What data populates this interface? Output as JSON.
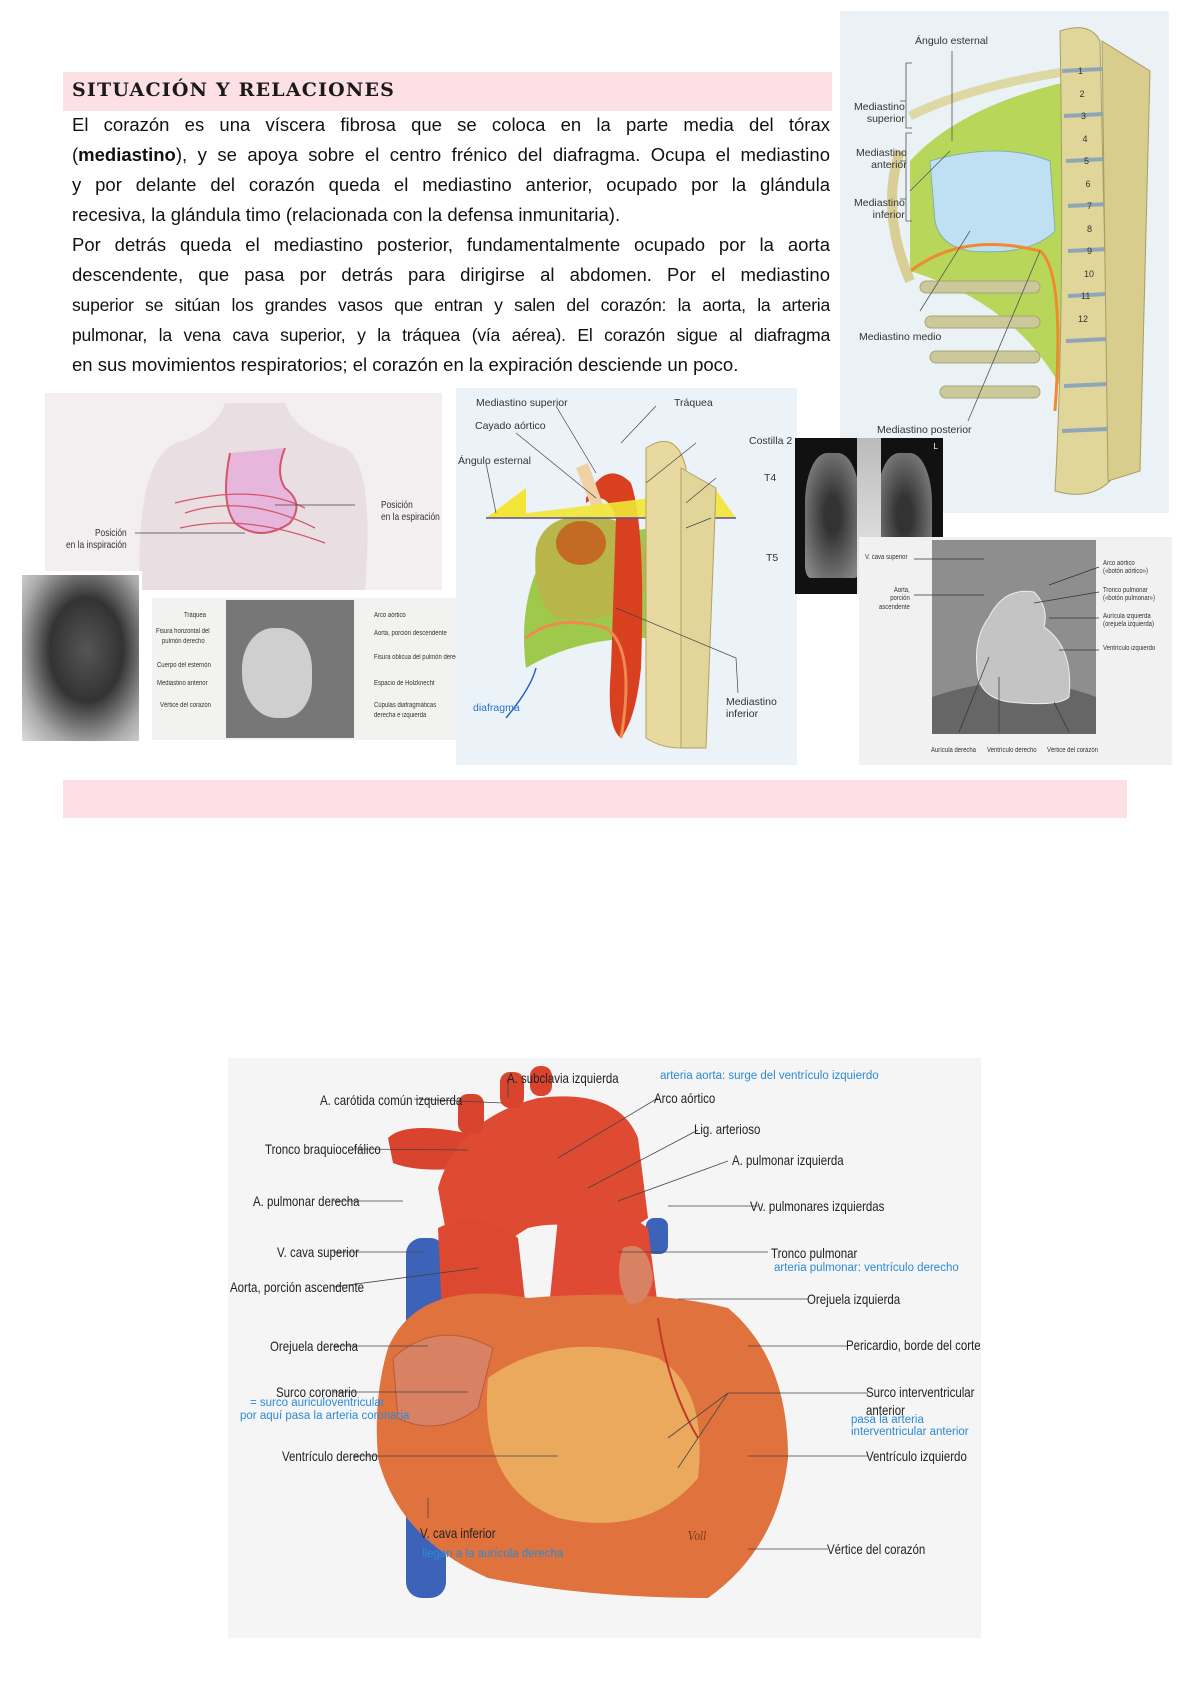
{
  "section": {
    "title": "SITUACIÓN Y RELACIONES",
    "lines": [
      "El corazón es una víscera fibrosa que se coloca en la parte media del tórax",
      {
        "pre": "(",
        "bold": "mediastino",
        "post": "), y se apoya sobre el centro frénico del diafragma. Ocupa el mediastino"
      },
      "y por delante del corazón queda el mediastino anterior, ocupado por la glándula",
      "recesiva, la glándula timo (relacionada con la defensa inmunitaria).",
      "Por detrás queda el mediastino posterior, fundamentalmente ocupado por la aorta",
      "descendente, que pasa por detrás para dirigirse al abdomen. Por el mediastino",
      "superior se sitúan los grandes vasos que entran y salen del corazón: la aorta, la arteria",
      "pulmonar, la vena cava superior, y la tráquea (vía aérea). El corazón sigue al diafragma",
      "en sus movimientos respiratorios; el corazón en la expiración desciende un poco."
    ]
  },
  "fig_mediastino": {
    "angulo": "Ángulo esternal",
    "superior": [
      "Mediastino",
      "superior"
    ],
    "anterior": [
      "Mediastino",
      "anterior"
    ],
    "inferior": [
      "Mediastino",
      "inferior"
    ],
    "medio": "Mediastino medio",
    "posterior": "Mediastino posterior",
    "vertebrae": [
      "1",
      "2",
      "3",
      "4",
      "5",
      "6",
      "7",
      "8",
      "9",
      "10",
      "11",
      "12"
    ]
  },
  "fig_torso": {
    "espiracion": [
      "Posición",
      "en la espiración"
    ],
    "inspiracion": [
      "Posición",
      "en la inspiración"
    ]
  },
  "fig_ct": {
    "left": [
      "Tráquea",
      "Fisura horizontal del",
      "pulmón derecho",
      "Cuerpo del esternón",
      "Mediastino anterior",
      "Vértice del corazón"
    ],
    "right": [
      "Arco aórtico",
      "Aorta, porción descendente",
      "Fisura oblicua del pulmón derecho",
      "Espacio de Holzknecht",
      "Cúpulas diafragmáticas",
      "derecha e izquierda"
    ]
  },
  "fig_lateral": {
    "med_sup": "Mediastino superior",
    "traquea": "Tráquea",
    "cayado": "Cayado aórtico",
    "costilla": "Costilla 2",
    "angulo": "Ángulo esternal",
    "t4": "T4",
    "t5": "T5",
    "diafragma": "diafragma",
    "med_inf": [
      "Mediastino",
      "inferior"
    ]
  },
  "fig_xray": {
    "marker": "L"
  },
  "fig_silhouette": {
    "vcava": "V. cava superior",
    "aorta": [
      "Aorta,",
      "porción",
      "ascendente"
    ],
    "arco": [
      "Arco aórtico",
      "(«botón aórtico»)"
    ],
    "tronco": [
      "Tronco pulmonar",
      "(«botón pulmonar»)"
    ],
    "auricula_izq": [
      "Aurícula izquierda",
      "(orejuela izquierda)"
    ],
    "ventriculo_izq": "Ventrículo izquierdo",
    "auricula_der": "Aurícula derecha",
    "ventriculo_der": "Ventrículo derecho",
    "vertice": "Vértice del corazón"
  },
  "fig_heart": {
    "subclavia": "A. subclavia izquierda",
    "carotida": "A. carótida común izquierda",
    "braquio": "Tronco braquiocefálico",
    "pulm_der": "A. pulmonar derecha",
    "vcava_sup": "V. cava superior",
    "aorta_asc": "Aorta, porción ascendente",
    "orejuela_der": "Orejuela derecha",
    "surco_cor": "Surco coronario",
    "surco_cor_note": [
      "= surco auriculoventricular",
      "por aquí pasa la arteria coronaria"
    ],
    "ventr_der": "Ventrículo derecho",
    "vcava_inf": "V. cava inferior",
    "vcava_inf_note": "llegan a la aurícula derecha",
    "aorta_note": "arteria aorta: surge del ventrículo izquierdo",
    "arco": "Arco aórtico",
    "lig": "Lig. arterioso",
    "pulm_izq": "A. pulmonar izquierda",
    "vv_pulm": "Vv. pulmonares izquierdas",
    "tronco": "Tronco pulmonar",
    "tronco_note": "arteria pulmonar: ventrículo derecho",
    "orejuela_izq": "Orejuela izquierda",
    "pericardio": "Pericardio, borde del corte",
    "surco_iv": [
      "Surco interventricular",
      "anterior"
    ],
    "surco_iv_note": [
      "pasa la arteria",
      "interventricular anterior"
    ],
    "ventr_izq": "Ventrículo izquierdo",
    "vertice": "Vértice del corazón",
    "signature": "Voll"
  }
}
